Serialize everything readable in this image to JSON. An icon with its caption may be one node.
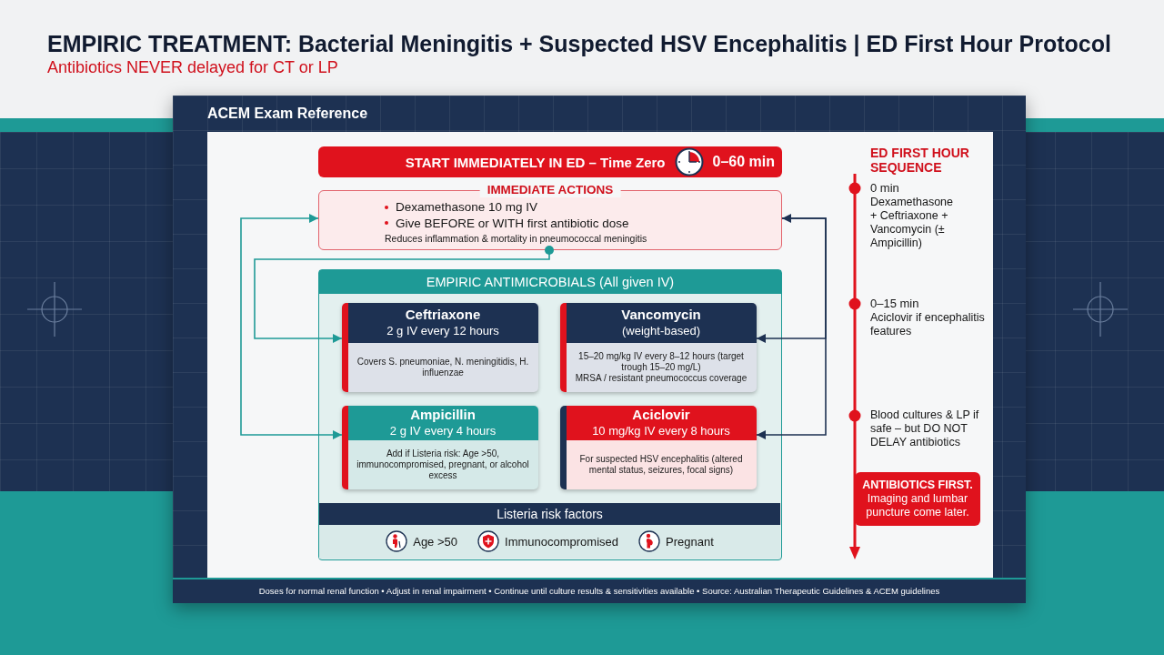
{
  "diagram": {
    "title": "EMPIRIC TREATMENT: Bacterial Meningitis + Suspected HSV Encephalitis | ED First Hour Protocol",
    "nodes": [
      {
        "text": [
          "ACEM Exam Reference"
        ]
      },
      {
        "text": [
          "START IMMEDIATELY IN ED – Time Zero",
          "0–60 min"
        ],
        "in": 0
      },
      {
        "text": [
          "IMMEDIATE ACTIONS",
          "Dexamethasone 10 mg IV",
          "Give BEFORE or WITH first antibiotic dose",
          "Reduces inflammation & mortality in pneumococcal meningitis"
        ],
        "in": 0
      },
      {
        "text": [
          "EMPIRIC ANTIMICROBIALS (All given IV)"
        ],
        "in": 0
      },
      {
        "text": [
          "Ceftriaxone",
          "2 g IV every 12 hours",
          "Covers S. pneumoniae, N. meningitidis, H. influenzae"
        ],
        "in": 3
      },
      {
        "text": [
          "Vancomycin",
          "(weight-based)",
          "15–20 mg/kg IV every 8–12 hours (target trough 15–20 mg/L)",
          "MRSA / resistant pneumococcus coverage"
        ],
        "in": 3
      },
      {
        "text": [
          "Ampicillin",
          "2 g IV every 4 hours",
          "Add if Listeria risk: Age >50, immunocompromised, pregnant, or alcohol excess"
        ],
        "in": 3
      },
      {
        "text": [
          "Aciclovir",
          "10 mg/kg IV every 8 hours",
          "For suspected HSV encephalitis (altered mental status, seizures, focal signs)"
        ],
        "in": 3
      },
      {
        "text": [
          "Listeria risk factors",
          "Age >50",
          "Immunocompromised",
          "Pregnant"
        ],
        "in": 3
      },
      {
        "text": [
          "ANTIBIOTICS FIRST.",
          "Imaging and lumbar puncture come later."
        ],
        "in": 0
      },
      {
        "text": [
          "Doses for normal renal function • Adjust in renal impairment • Continue until culture results & sensitivities available • Source: Australian Therapeutic Guidelines & ACEM guidelines"
        ],
        "in": 0
      }
    ],
    "edges": [
      {
        "from": 2,
        "to": 4,
        "arrow": "to",
        "color": "#1e9a96"
      },
      {
        "from": 6,
        "to": 2,
        "arrow": "both",
        "color": "#1e9a96"
      },
      {
        "from": 7,
        "to": 2,
        "arrow": "both",
        "color": "#1d3152"
      },
      {
        "from": 2,
        "to": 5,
        "arrow": "to",
        "color": "#1d3152"
      }
    ],
    "labels": [
      "Antibiotics NEVER delayed for CT or LP",
      "ED FIRST HOUR SEQUENCE",
      "0 min",
      "Dexamethasone + Ceftriaxone + Vancomycin (± Ampicillin)",
      "0–15 min",
      "Aciclovir if encephalitis features",
      "Blood cultures & LP if safe – but DO NOT DELAY antibiotics"
    ]
  }
}
